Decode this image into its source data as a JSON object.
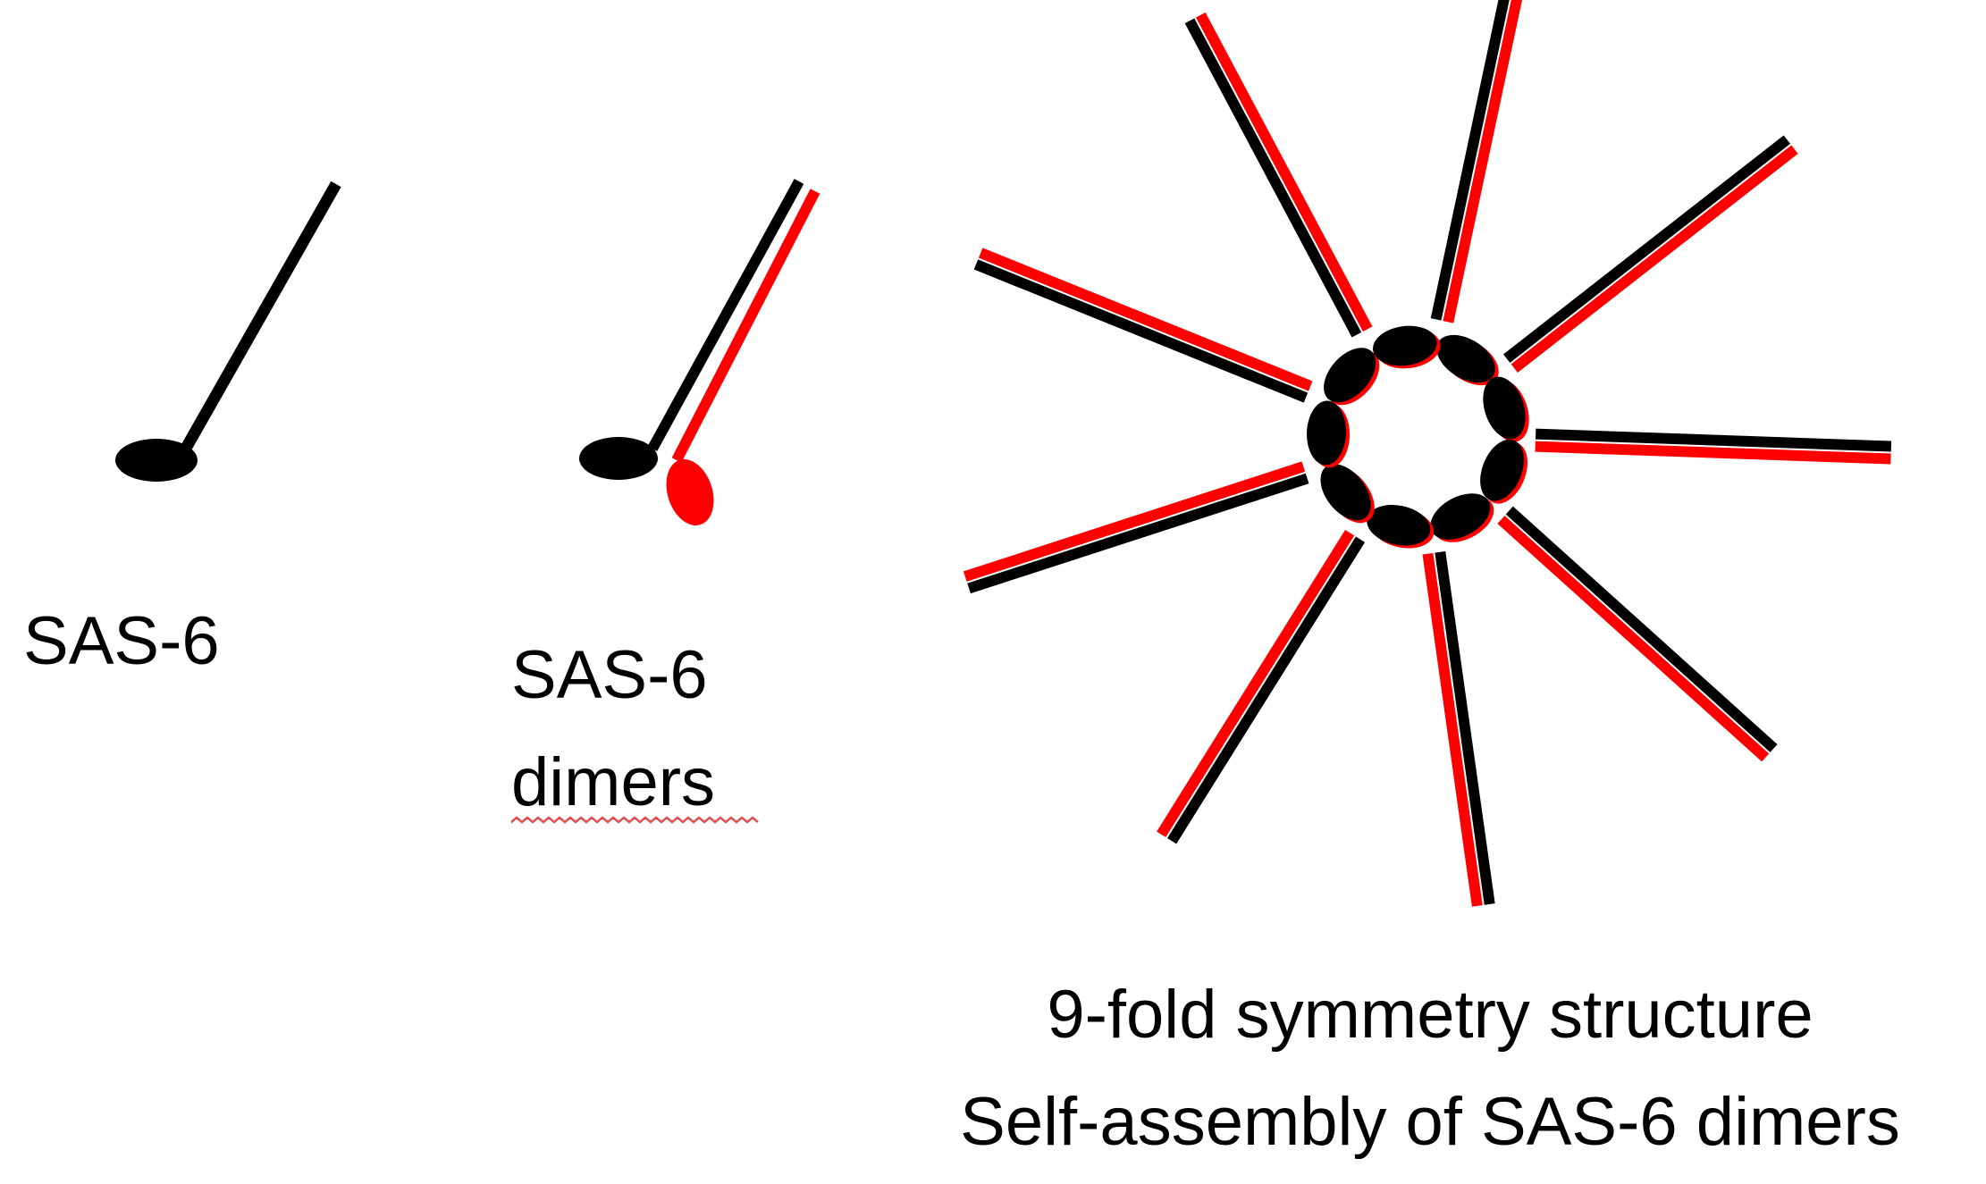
{
  "labels": {
    "monomer": "SAS-6",
    "dimer_line1": "SAS-6",
    "dimer_line2": "dimers",
    "ring_line1": "9-fold symmetry structure",
    "ring_line2": "Self-assembly of SAS-6 dimers"
  },
  "colors": {
    "black": "#000000",
    "red": "#ff0000",
    "spellcheck": "#e05050"
  },
  "ring": {
    "spokes": 9
  }
}
